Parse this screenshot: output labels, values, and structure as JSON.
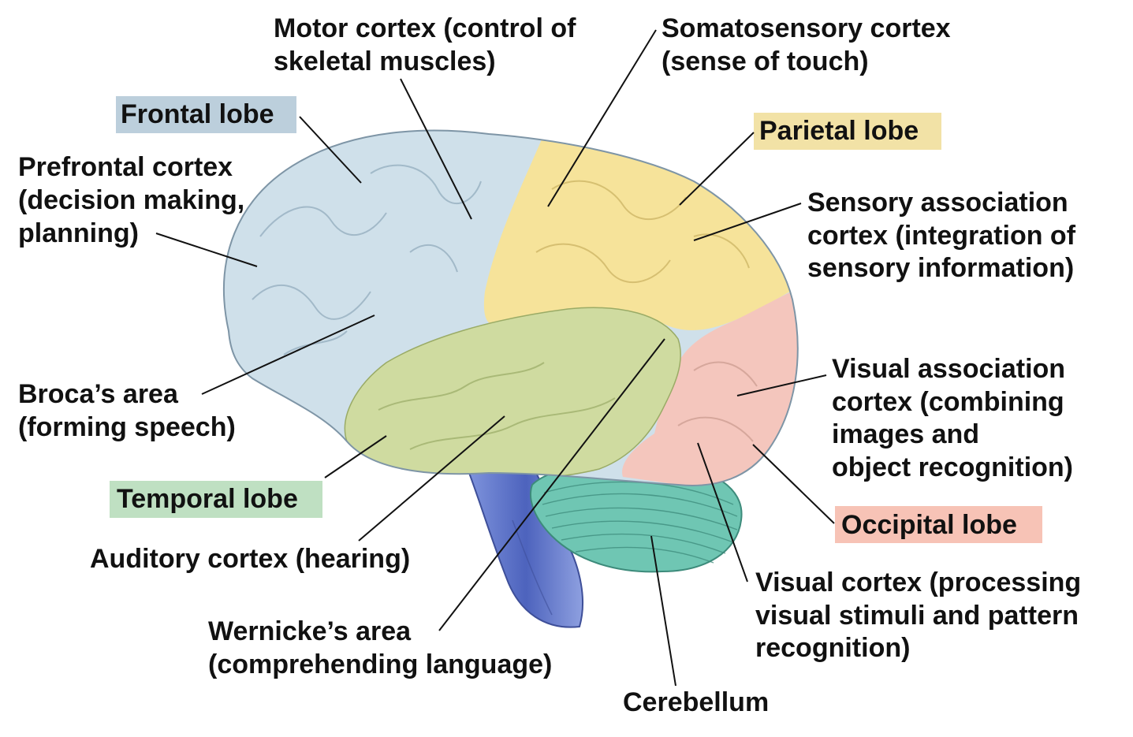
{
  "colors": {
    "frontal": "#cfe0ea",
    "parietal": "#f6e39a",
    "temporal": "#cfdba0",
    "occipital": "#f4c6bd",
    "cerebellum": "#6fc6b3",
    "brainstem": "#5a70c4",
    "frontal_label_bg": "#bccfdc",
    "parietal_label_bg": "#f2e2a6",
    "temporal_label_bg": "#bfe0c2",
    "occipital_label_bg": "#f7c3b6"
  },
  "labels": {
    "frontal_lobe": "Frontal lobe",
    "parietal_lobe": "Parietal lobe",
    "temporal_lobe": "Temporal lobe",
    "occipital_lobe": "Occipital lobe",
    "motor_cortex": [
      "Motor cortex (control of",
      "skeletal muscles)"
    ],
    "somatosensory_cortex": [
      "Somatosensory cortex",
      "(sense of touch)"
    ],
    "prefrontal_cortex": [
      "Prefrontal cortex",
      "(decision making,",
      "planning)"
    ],
    "sensory_association_cortex": [
      "Sensory association",
      "cortex (integration of",
      "sensory information)"
    ],
    "brocas_area": [
      "Broca’s area",
      "(forming speech)"
    ],
    "visual_association_cortex": [
      "Visual association",
      "cortex (combining",
      "images and",
      "object recognition)"
    ],
    "auditory_cortex": "Auditory cortex (hearing)",
    "wernickes_area": [
      "Wernicke’s area",
      "(comprehending language)"
    ],
    "visual_cortex": [
      "Visual cortex (processing",
      "visual stimuli and pattern",
      "recognition)"
    ],
    "cerebellum": "Cerebellum"
  }
}
